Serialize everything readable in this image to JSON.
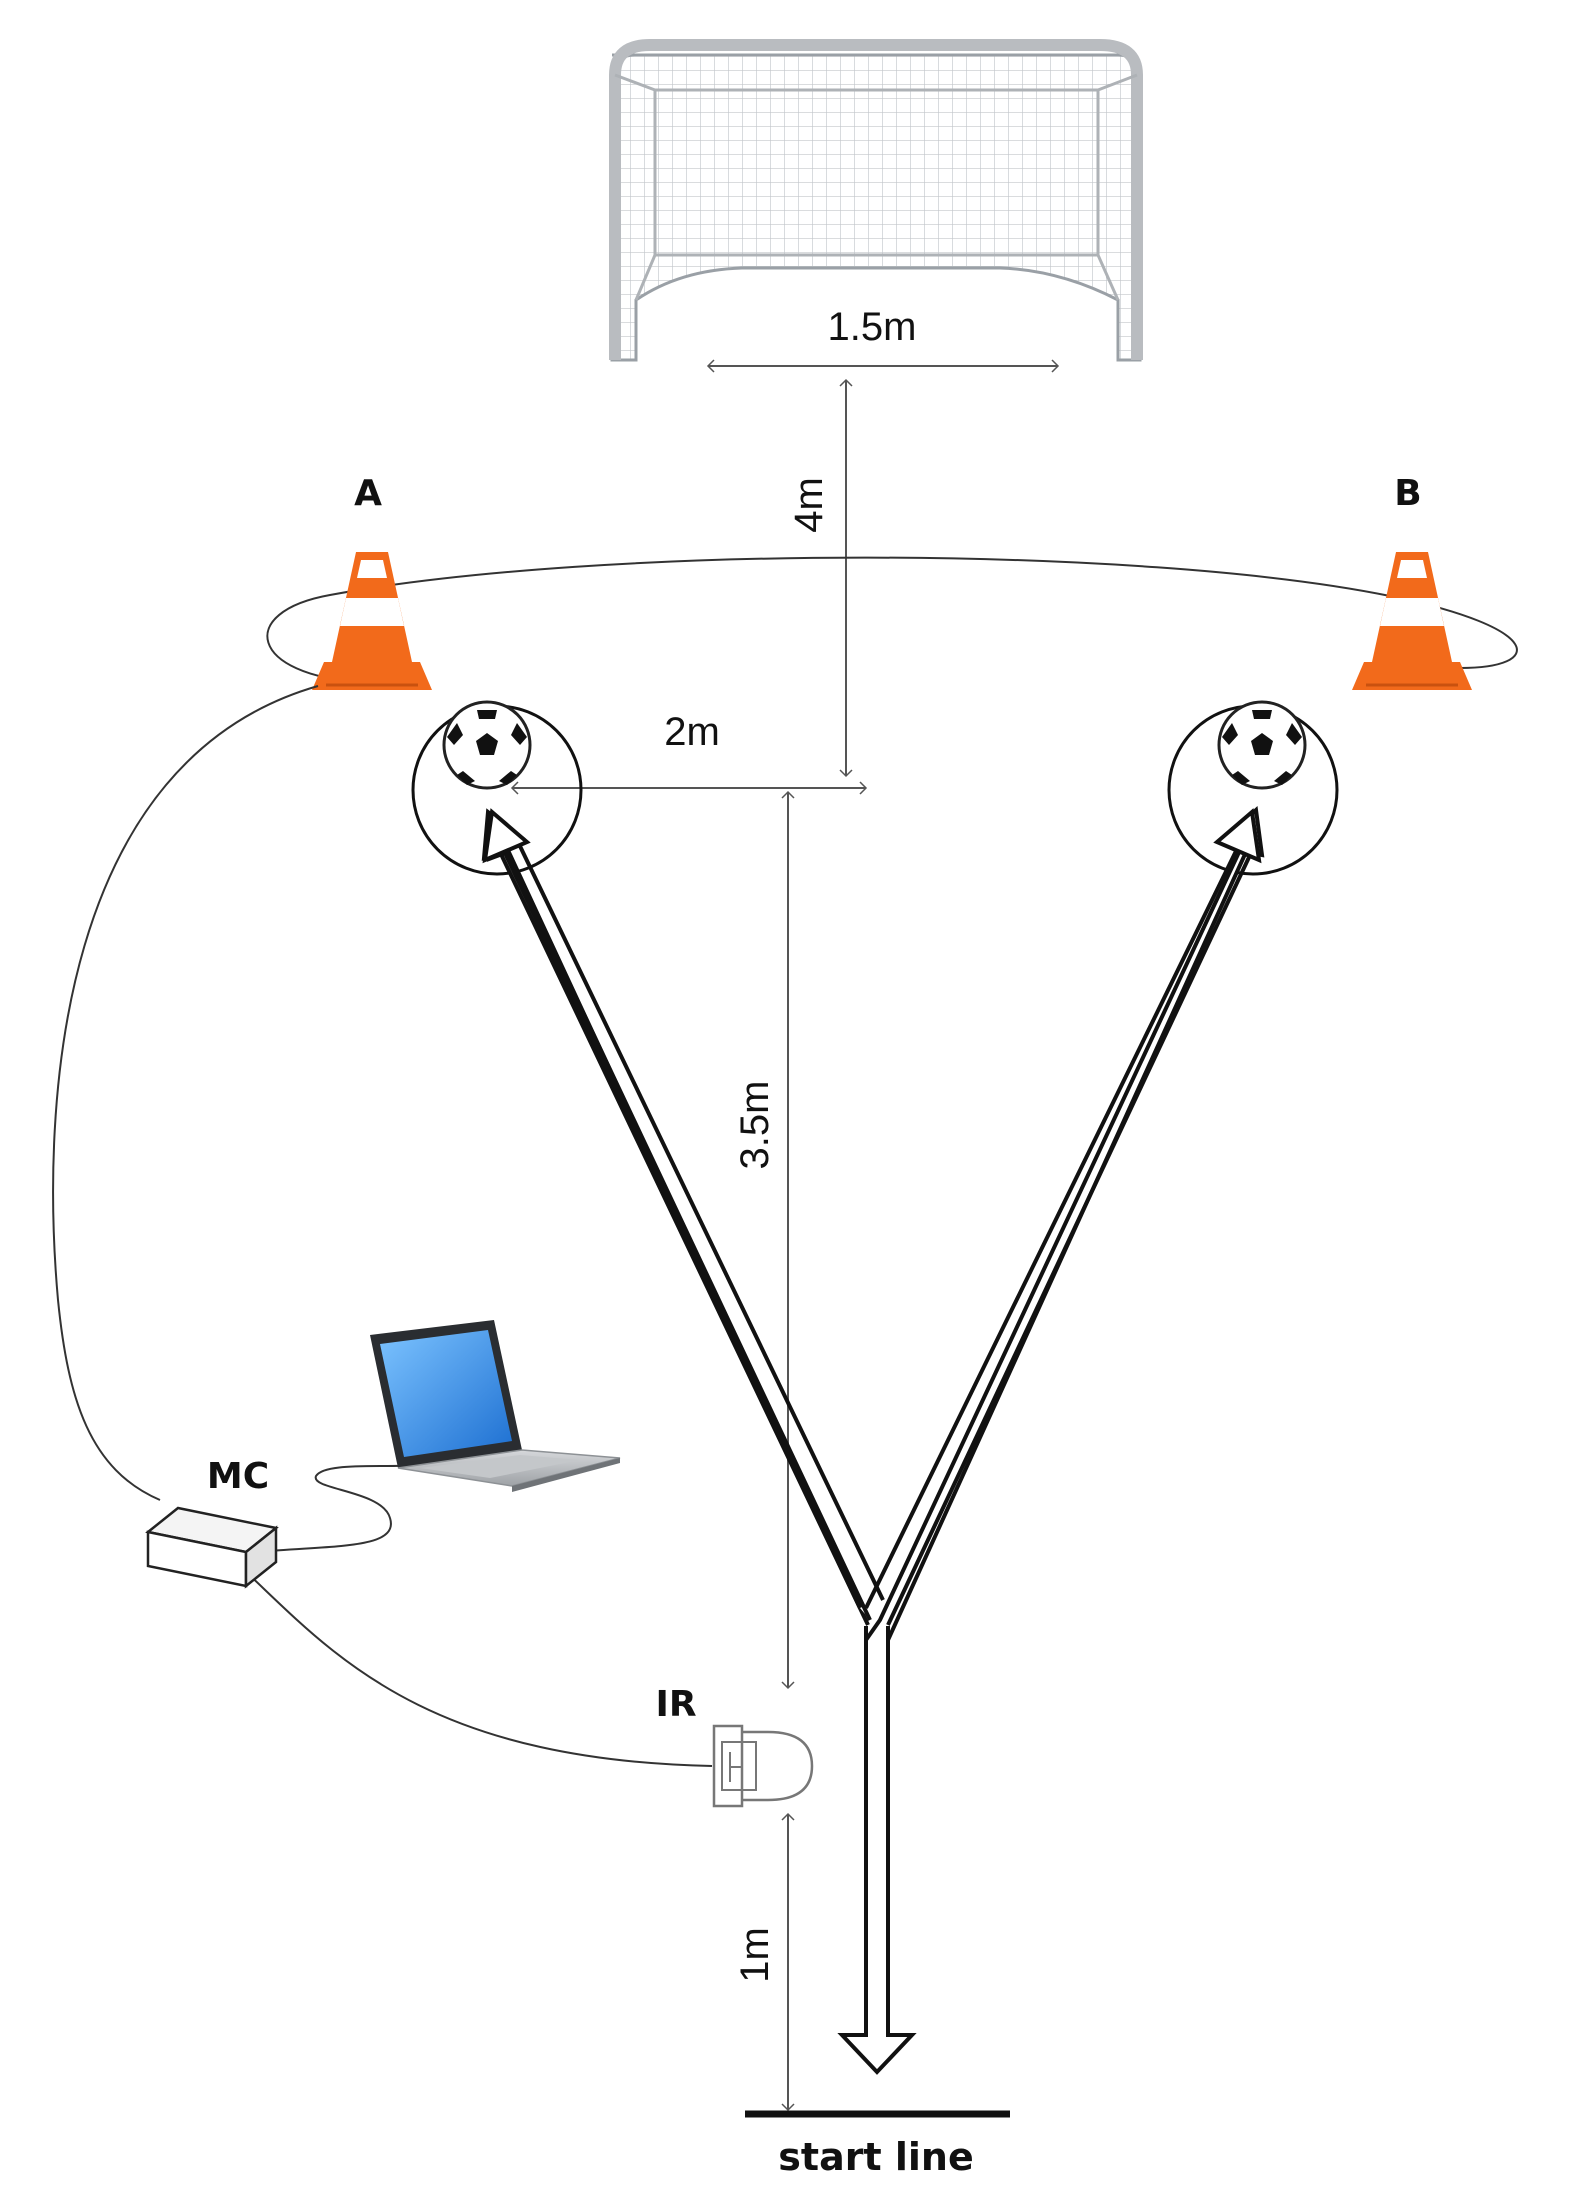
{
  "labels": {
    "cone_a": "A",
    "cone_b": "B",
    "goal_width": "1.5m",
    "goal_distance": "4m",
    "lateral_offset": "2m",
    "forward_distance": "3.5m",
    "sensor_distance": "1m",
    "microcontroller": "MC",
    "infrared_sensor": "IR",
    "start_line": "start line"
  },
  "colors": {
    "cone_orange": "#f26a1b",
    "laptop_screen": "#2f8fe8",
    "ink": "#111111",
    "net_grey": "#b5b9bd"
  }
}
